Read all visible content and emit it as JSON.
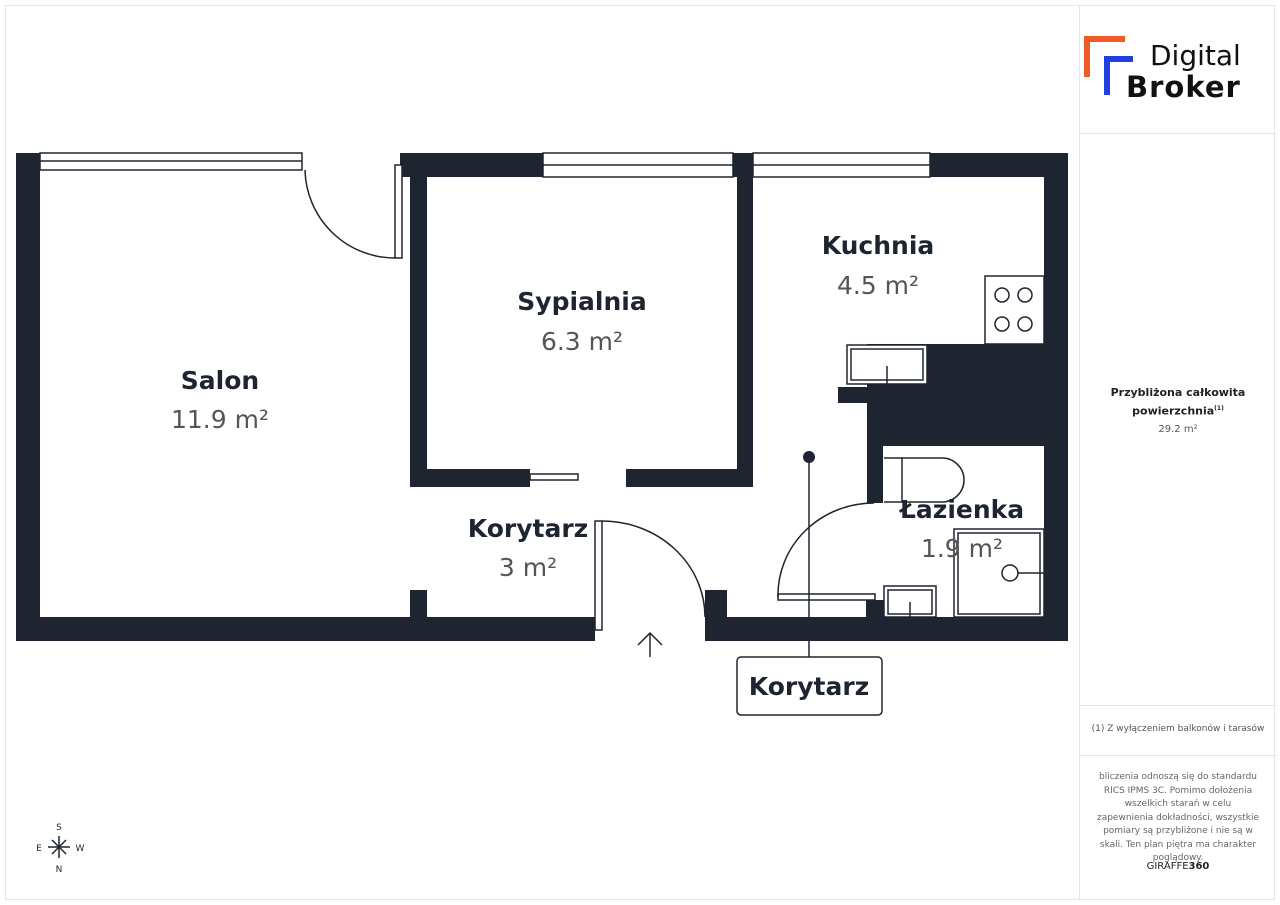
{
  "brand": {
    "line1": "Digital",
    "line2": "Broker",
    "colors": {
      "orange": "#f05a28",
      "blue": "#1f3fe0",
      "dark": "#1e2530"
    }
  },
  "rooms": [
    {
      "name": "Salon",
      "area": "11.9 m²"
    },
    {
      "name": "Sypialnia",
      "area": "6.3 m²"
    },
    {
      "name": "Kuchnia",
      "area": "4.5 m²"
    },
    {
      "name": "Korytarz",
      "area": "3 m²"
    },
    {
      "name": "Łazienka",
      "area": "1.9 m²"
    }
  ],
  "entrance_label": "Korytarz",
  "compass": {
    "n": "N",
    "s": "S",
    "e": "E",
    "w": "W"
  },
  "summary": {
    "title_line1": "Przybliżona całkowita",
    "title_line2": "powierzchnia",
    "footnote_mark": "(1)",
    "total": "29.2 m²"
  },
  "footnote": "(1) Z wyłączeniem balkonów i tarasów",
  "disclaimer": "bliczenia odnoszą się do standardu RICS IPMS 3C. Pomimo dołożenia wszelkich starań w celu zapewnienia dokładności, wszystkie pomiary są przybliżone i nie są w skali. Ten plan piętra ma charakter poglądowy.",
  "credit": {
    "a": "GIRAFFE",
    "b": "360"
  }
}
